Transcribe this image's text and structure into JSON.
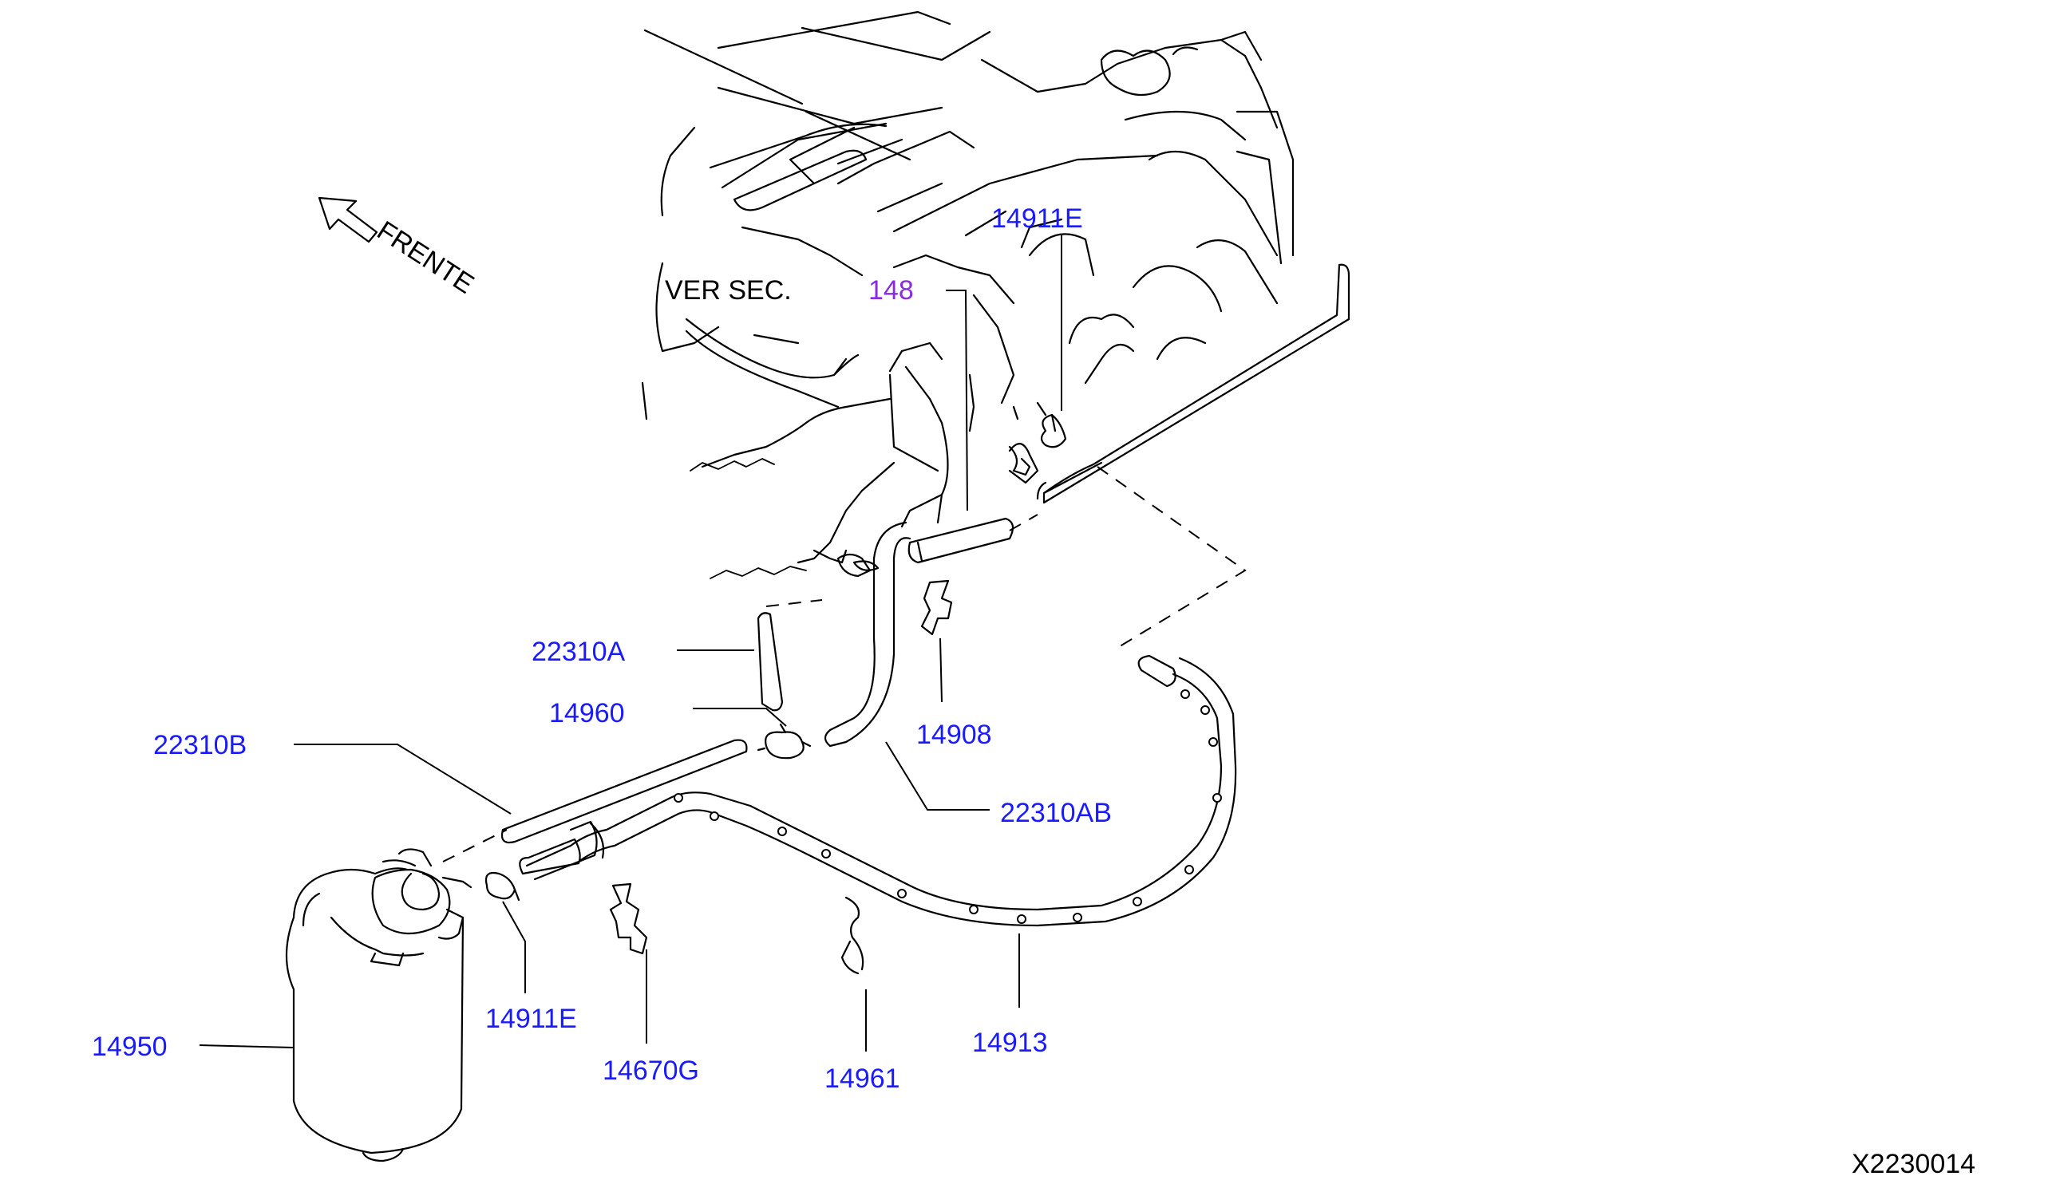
{
  "colors": {
    "part_label": "#1a1aff",
    "reference_label": "#8a2be2",
    "line": "#000000",
    "background": "#ffffff"
  },
  "direction": {
    "label": "FRENTE",
    "icon": "arrow-up-left-icon"
  },
  "see_section": {
    "text": "VER  SEC.",
    "number": "148"
  },
  "drawing_id": "X2230014",
  "parts": {
    "p14911E_top": "14911E",
    "p22310A": "22310A",
    "p14960": "14960",
    "p22310B": "22310B",
    "p14908": "14908",
    "p22310AB": "22310AB",
    "p14950": "14950",
    "p14911E_bottom": "14911E",
    "p14670G": "14670G",
    "p14961": "14961",
    "p14913": "14913"
  }
}
